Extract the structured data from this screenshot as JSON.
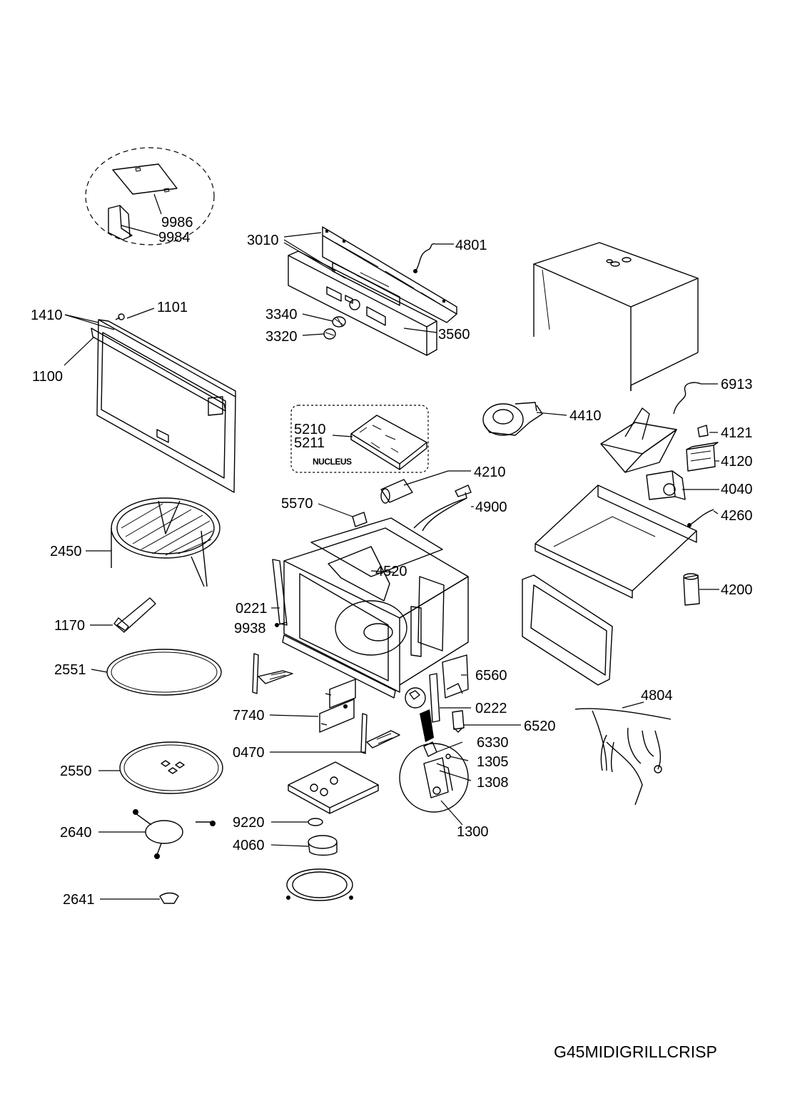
{
  "model": "G45MIDIGRILLCRISP",
  "board_label": "NUCLEUS",
  "parts": {
    "p9986": "9986",
    "p9984": "9984",
    "p3010": "3010",
    "p4801": "4801",
    "p1410": "1410",
    "p1101": "1101",
    "p1100": "1100",
    "p3340": "3340",
    "p3320": "3320",
    "p3560": "3560",
    "p6913": "6913",
    "p4410": "4410",
    "p5210": "5210",
    "p5211": "5211",
    "p4121": "4121",
    "p4120": "4120",
    "p4210": "4210",
    "p4040": "4040",
    "p5570": "5570",
    "p4900": "4900",
    "p4260": "4260",
    "p2450": "2450",
    "p4520": "4520",
    "p4200": "4200",
    "p0221": "0221",
    "p1170": "1170",
    "p9938": "9938",
    "p2551": "2551",
    "p6560": "6560",
    "p4804": "4804",
    "p0222": "0222",
    "p7740": "7740",
    "p6520": "6520",
    "p6330": "6330",
    "p0470": "0470",
    "p1305": "1305",
    "p2550": "2550",
    "p1308": "1308",
    "p2640": "2640",
    "p9220": "9220",
    "p1300": "1300",
    "p4060": "4060",
    "p2641": "2641"
  }
}
